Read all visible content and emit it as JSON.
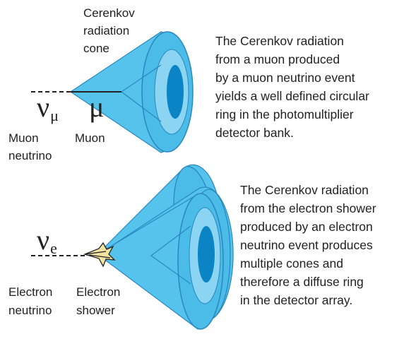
{
  "muon_panel": {
    "cone_label": [
      "Cerenkov",
      "radiation",
      "cone"
    ],
    "neutrino_symbol": "ν",
    "neutrino_subscript": "μ",
    "muon_symbol": "μ",
    "neutrino_label": [
      "Muon",
      "neutrino"
    ],
    "muon_label": "Muon",
    "description": [
      "The Cerenkov radiation",
      "from a muon produced",
      "by a muon neutrino event",
      "yields a well defined circular",
      "ring in the photomultiplier",
      "detector bank."
    ]
  },
  "electron_panel": {
    "neutrino_symbol": "ν",
    "neutrino_subscript": "e",
    "neutrino_label": [
      "Electron",
      "neutrino"
    ],
    "shower_label": [
      "Electron",
      "shower"
    ],
    "description": [
      "The Cerenkov radiation",
      "from the electron shower",
      "produced by an electron",
      "neutrino event produces",
      "multiple cones and",
      "therefore a diffuse ring",
      "in the detector array."
    ]
  },
  "colors": {
    "cone_fill": "#55c3ec",
    "cone_outline": "#2a88c0",
    "cone_inner": "#0a84c4",
    "text": "#222222",
    "background": "#ffffff"
  }
}
